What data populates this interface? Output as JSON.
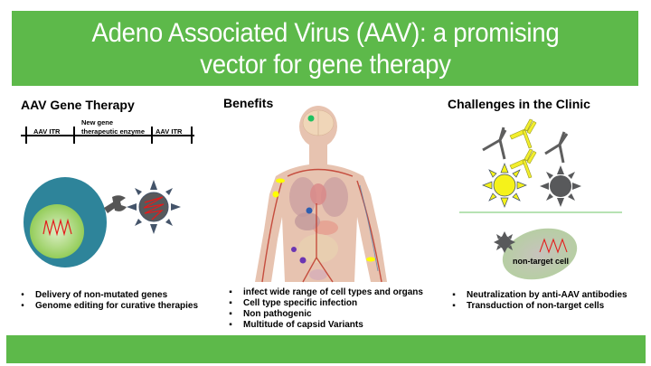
{
  "title": "Adeno Associated Virus (AAV): a promising vector for gene therapy",
  "title_lines": [
    "Adeno Associated Virus (AAV): a promising",
    "vector for gene therapy"
  ],
  "colors": {
    "banner_green": "#5db94a",
    "cell_blue": "#2e849a",
    "nucleus_green": "#9fd16a",
    "virus_gray": "#58595b",
    "spike_blue": "#44546a",
    "dna_red": "#e41b1b",
    "antibody_yellow": "#f2ee2c",
    "divider_green": "#9fd89a",
    "nontarget_cell": "#b9cfa4"
  },
  "left_panel": {
    "heading": "AAV Gene Therapy",
    "construct": {
      "segment_1": "AAV ITR",
      "segment_2_line1": "New gene",
      "segment_2_line2": "therapeutic enzyme",
      "segment_3": "AAV ITR"
    },
    "bullet_marker": "•",
    "bullets": [
      "Delivery of non-mutated genes",
      "Genome editing for curative therapies"
    ]
  },
  "center_panel": {
    "heading": "Benefits",
    "bullet_marker": "▪",
    "bullets": [
      "infect wide range of cell types and organs",
      "Cell type specific infection",
      "Non pathogenic",
      "Multitude of capsid Variants"
    ],
    "markers": [
      {
        "organ": "brain",
        "color": "#1fc160"
      },
      {
        "organ": "shoulder",
        "color": "#ffff00"
      },
      {
        "organ": "upper-arm",
        "color": "#ffff00"
      },
      {
        "organ": "liver",
        "color": "#2f5fb0"
      },
      {
        "organ": "abdomen",
        "color": "#6b35b3"
      },
      {
        "organ": "lower-abdomen",
        "color": "#6b35b3"
      },
      {
        "organ": "forearm",
        "color": "#ffff00"
      }
    ]
  },
  "right_panel": {
    "heading": "Challenges in the Clinic",
    "cell_label": "non-target cell",
    "bullet_marker": "▪",
    "bullets": [
      "Neutralization by anti-AAV antibodies",
      "Transduction of non-target cells"
    ]
  }
}
